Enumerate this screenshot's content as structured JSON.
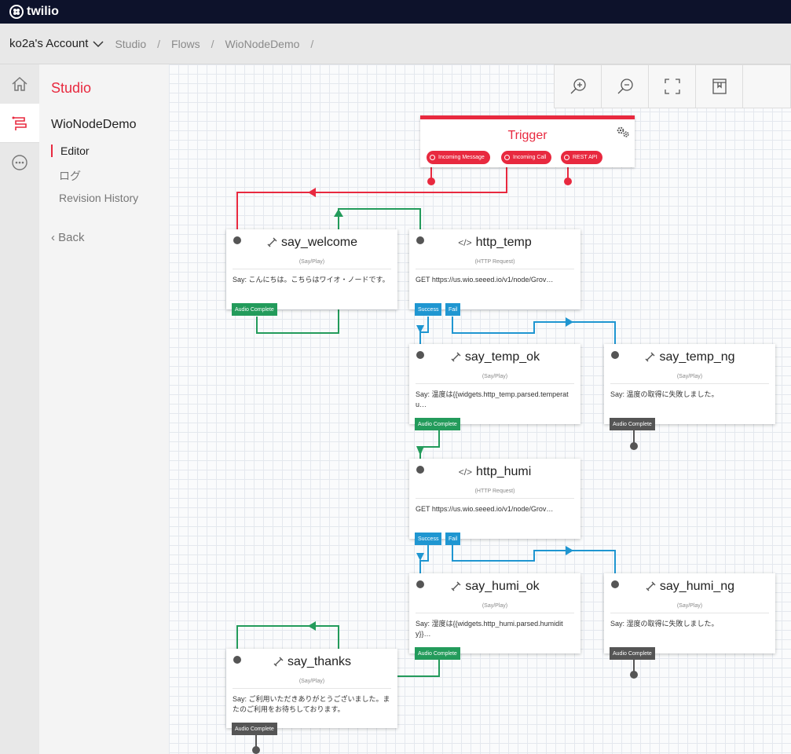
{
  "header": {
    "brand": "twilio"
  },
  "breadcrumb": {
    "account": "ko2a's Account",
    "items": [
      "Studio",
      "Flows",
      "WioNodeDemo"
    ]
  },
  "sidebar": {
    "title": "Studio",
    "flow_name": "WioNodeDemo",
    "links": [
      "Editor",
      "ログ",
      "Revision History"
    ],
    "back": "Back"
  },
  "trigger": {
    "title": "Trigger",
    "pills": [
      "Incoming Message",
      "Incoming Call",
      "REST API"
    ]
  },
  "widgets": {
    "say_welcome": {
      "name": "say_welcome",
      "type": "(Say/Play)",
      "body": "Say: こんにちは。こちらはワイオ・ノードです。",
      "tabs": [
        "Audio Complete"
      ]
    },
    "http_temp": {
      "name": "http_temp",
      "type": "(HTTP Request)",
      "body": "GET https://us.wio.seeed.io/v1/node/Grov…",
      "tabs": [
        "Success",
        "Fail"
      ]
    },
    "say_temp_ok": {
      "name": "say_temp_ok",
      "type": "(Say/Play)",
      "body": "Say: 温度は{{widgets.http_temp.parsed.temperatu…",
      "tabs": [
        "Audio Complete"
      ]
    },
    "say_temp_ng": {
      "name": "say_temp_ng",
      "type": "(Say/Play)",
      "body": "Say: 温度の取得に失敗しました。",
      "tabs": [
        "Audio Complete"
      ]
    },
    "http_humi": {
      "name": "http_humi",
      "type": "(HTTP Request)",
      "body": "GET https://us.wio.seeed.io/v1/node/Grov…",
      "tabs": [
        "Success",
        "Fail"
      ]
    },
    "say_humi_ok": {
      "name": "say_humi_ok",
      "type": "(Say/Play)",
      "body": "Say: 湿度は{{widgets.http_humi.parsed.humidity}}…",
      "tabs": [
        "Audio Complete"
      ]
    },
    "say_humi_ng": {
      "name": "say_humi_ng",
      "type": "(Say/Play)",
      "body": "Say: 湿度の取得に失敗しました。",
      "tabs": [
        "Audio Complete"
      ]
    },
    "say_thanks": {
      "name": "say_thanks",
      "type": "(Say/Play)",
      "body": "Say: ご利用いただきありがとうございました。またのご利用をお待ちしております。",
      "tabs": [
        "Audio Complete"
      ]
    }
  },
  "toolbar_icons": [
    "zoom-in-icon",
    "zoom-out-icon",
    "fullscreen-icon",
    "bookmark-icon"
  ],
  "colors": {
    "accent": "#e8293f",
    "topbar": "#0d122b",
    "success_green": "#239b5b",
    "http_blue": "#1f96d1",
    "disconnected_gray": "#555555"
  }
}
